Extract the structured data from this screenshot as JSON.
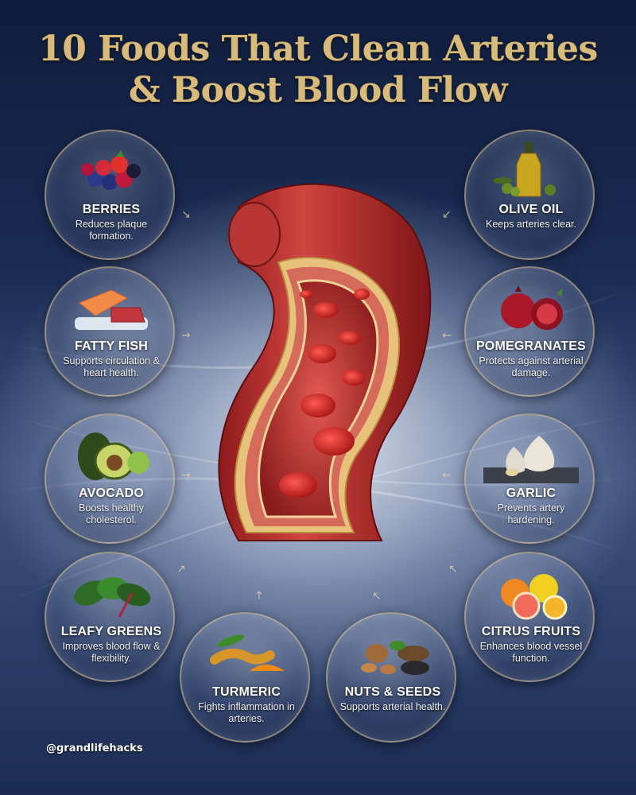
{
  "title": {
    "line1": "10 Foods That Clean Arteries",
    "line2": "& Boost Blood Flow"
  },
  "foods": [
    {
      "name": "BERRIES",
      "desc": "Reduces plaque formation.",
      "icon": "berries-icon"
    },
    {
      "name": "OLIVE OIL",
      "desc": "Keeps arteries clear.",
      "icon": "olive-oil-icon"
    },
    {
      "name": "FATTY FISH",
      "desc": "Supports circulation & heart health.",
      "icon": "fish-icon"
    },
    {
      "name": "POMEGRANATES",
      "desc": "Protects against arterial damage.",
      "icon": "pomegranate-icon"
    },
    {
      "name": "AVOCADO",
      "desc": "Boosts healthy cholesterol.",
      "icon": "avocado-icon"
    },
    {
      "name": "GARLIC",
      "desc": "Prevents artery hardening.",
      "icon": "garlic-icon"
    },
    {
      "name": "LEAFY GREENS",
      "desc": "Improves blood flow & flexibility.",
      "icon": "leafy-greens-icon"
    },
    {
      "name": "CITRUS FRUITS",
      "desc": "Enhances blood vessel function.",
      "icon": "citrus-icon"
    },
    {
      "name": "TURMERIC",
      "desc": "Fights inflammation in arteries.",
      "icon": "turmeric-icon"
    },
    {
      "name": "NUTS & SEEDS",
      "desc": "Supports arterial health.",
      "icon": "nuts-seeds-icon"
    }
  ],
  "watermark": "@grandlifehacks",
  "colors": {
    "title_gold": "#d8ba7a",
    "background_navy": "#1a2d55",
    "artery_red": "#c0282c"
  }
}
